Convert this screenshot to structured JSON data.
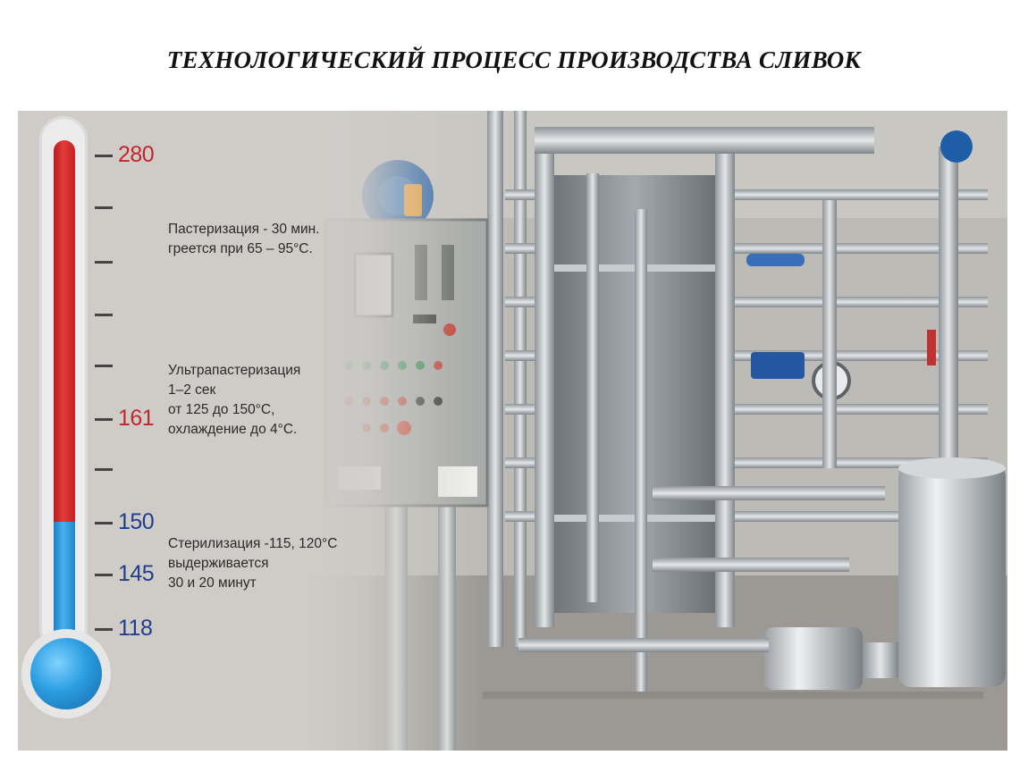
{
  "title": "ТЕХНОЛОГИЧЕСКИЙ ПРОЦЕСС ПРОИЗВОДСТВА СЛИВОК",
  "thermometer": {
    "ticks": [
      {
        "label": "280",
        "color": "#c0272d"
      },
      {
        "label": "",
        "color": ""
      },
      {
        "label": "",
        "color": ""
      },
      {
        "label": "",
        "color": ""
      },
      {
        "label": "",
        "color": ""
      },
      {
        "label": "161",
        "color": "#c0272d"
      },
      {
        "label": "",
        "color": ""
      },
      {
        "label": "150",
        "color": "#1f3e8e"
      },
      {
        "label": "145",
        "color": "#1f3e8e"
      },
      {
        "label": "118",
        "color": "#1f3e8e"
      }
    ],
    "hot_color": "#e43b3b",
    "cold_color": "#2b9de0"
  },
  "notes": {
    "pasteurization": {
      "line1": "Пастеризация - 30 мин.",
      "line2": "греется при  65 – 95°С."
    },
    "ultrapasteurization": {
      "line1": "Ультрапастеризация",
      "line2": "1–2 сек",
      "line3": "от 125 до 150°С,",
      "line4": "охлаждение до 4°С."
    },
    "sterilization": {
      "line1": "Стерилизация -115, 120°С",
      "line2": "выдерживается",
      "line3": "30 и 20 минут"
    }
  }
}
